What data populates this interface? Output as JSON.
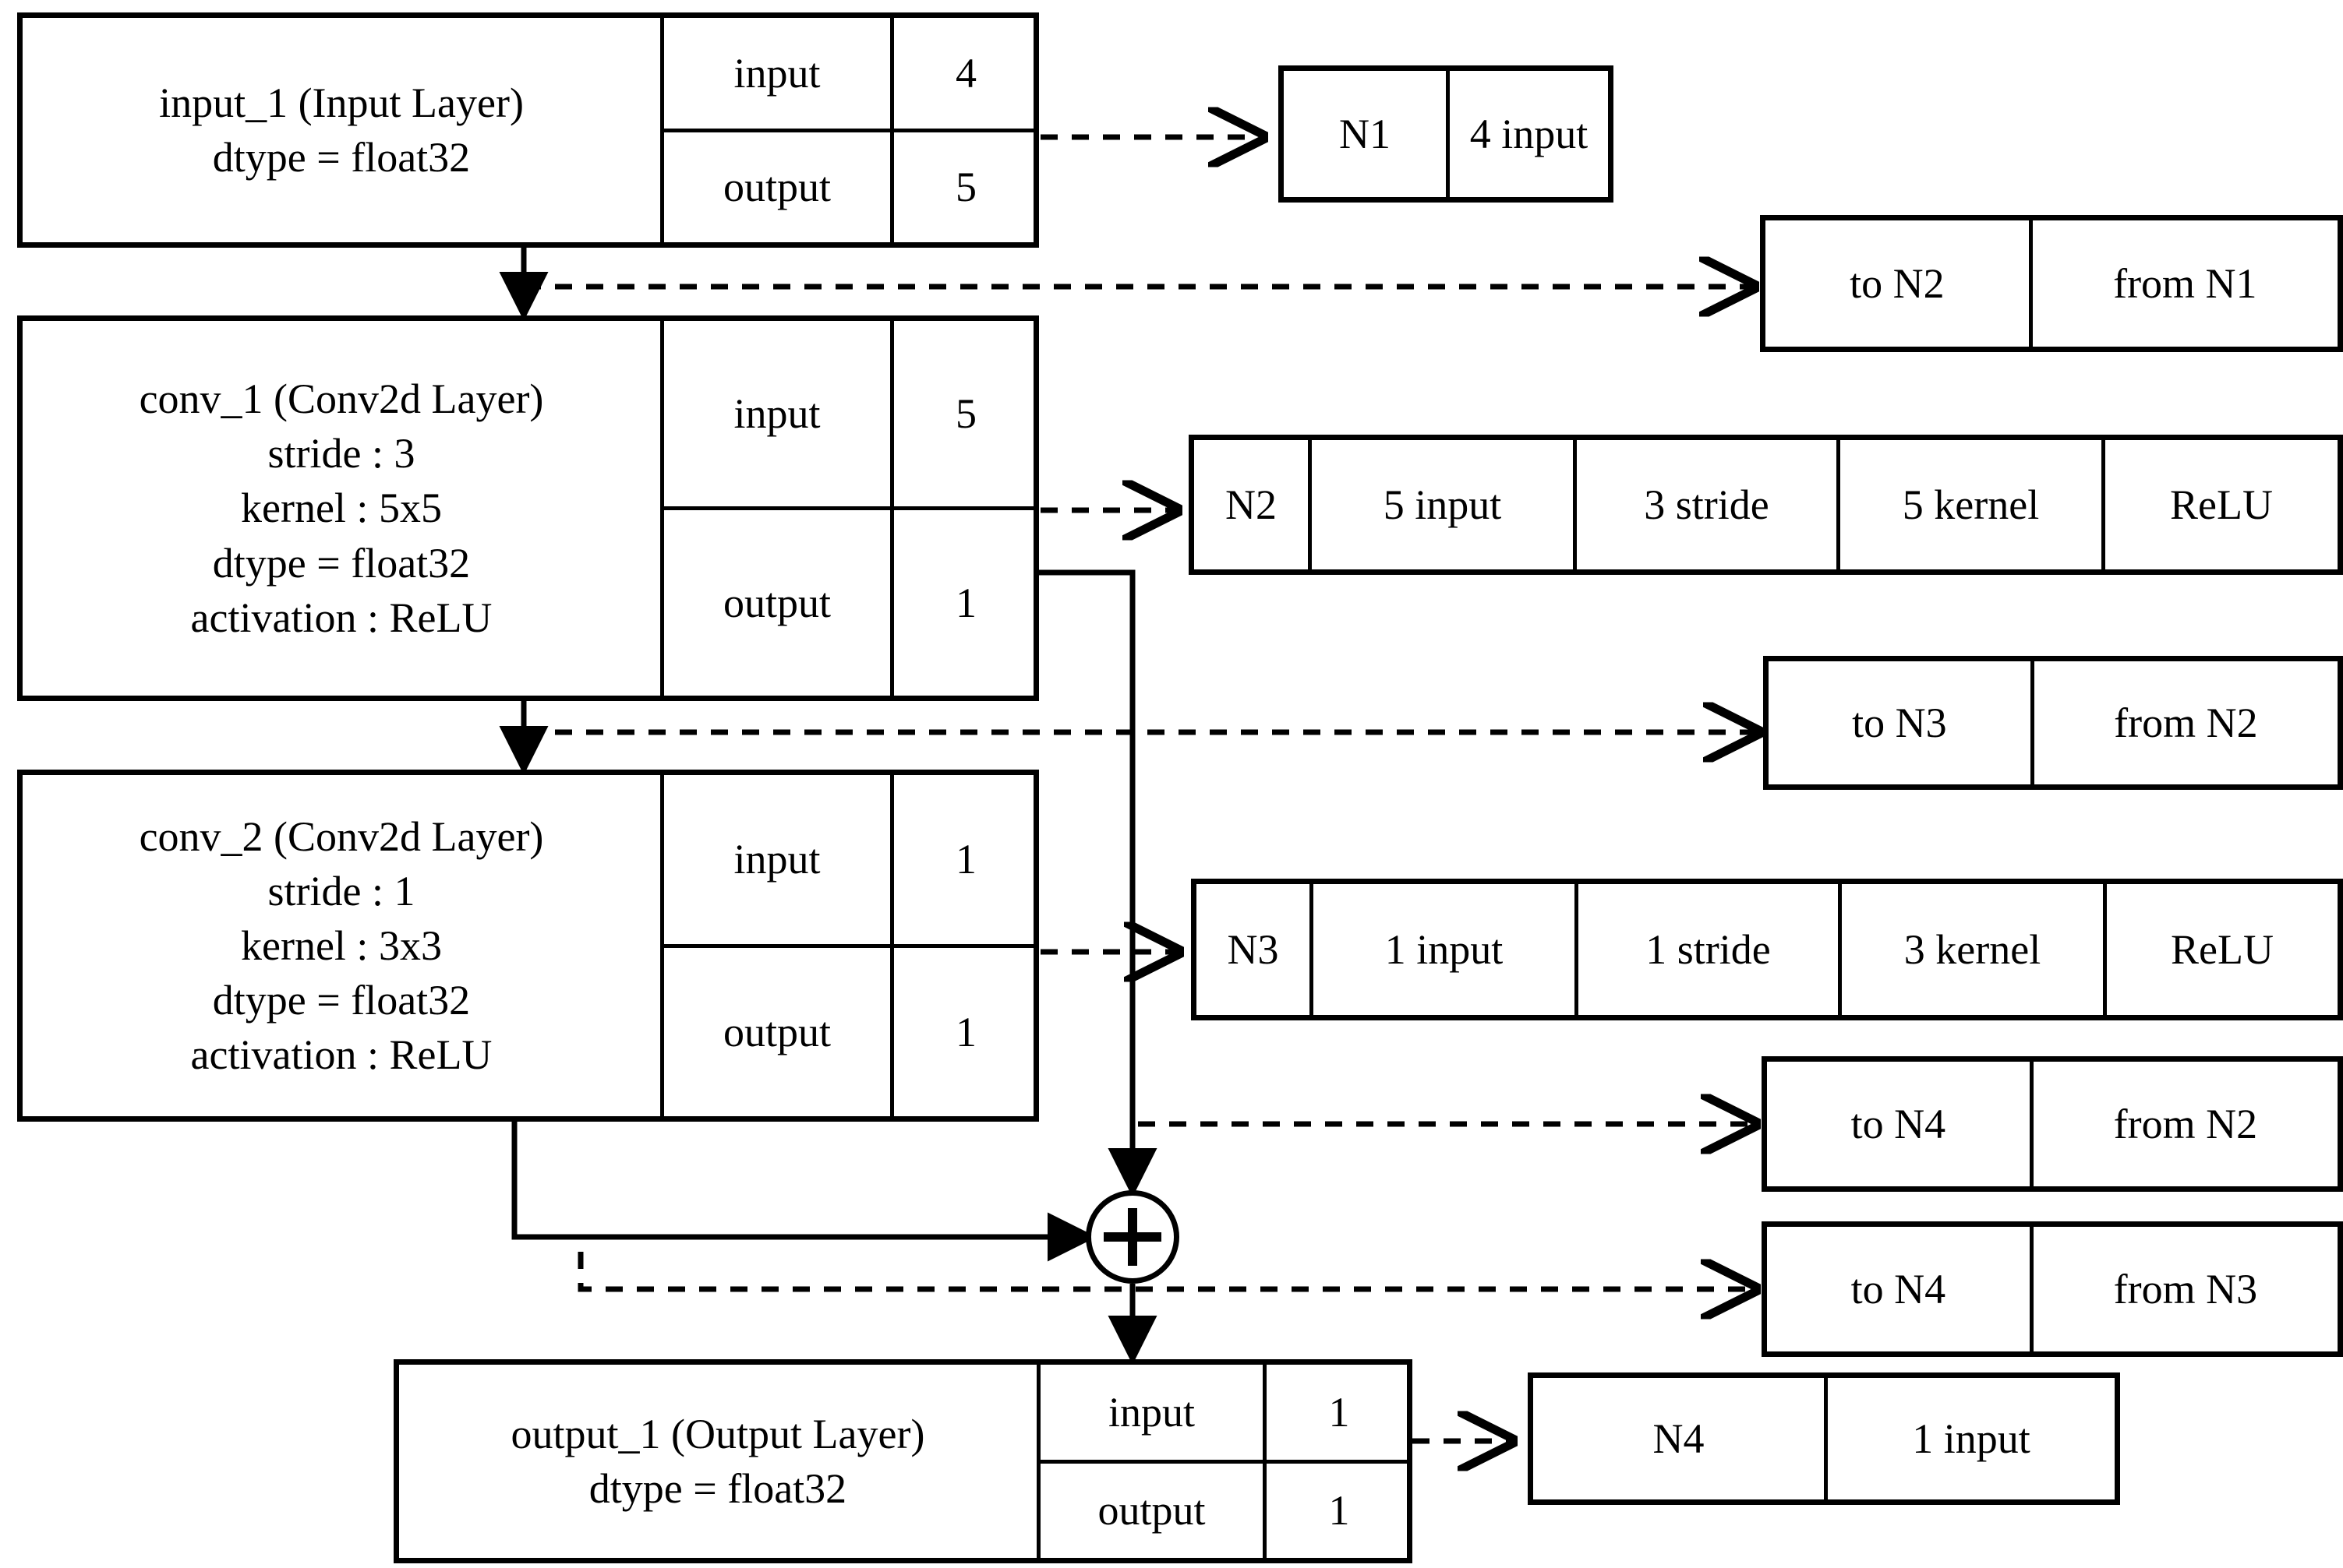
{
  "diagram": {
    "title": "Neural network layer-to-node mapping diagram",
    "colors": {
      "stroke": "#000000",
      "background": "#ffffff"
    }
  },
  "layers": [
    {
      "id": "input_1",
      "title": "input_1 (Input Layer)\ndtype = float32",
      "io": [
        {
          "label": "input",
          "value": "4"
        },
        {
          "label": "output",
          "value": "5"
        }
      ]
    },
    {
      "id": "conv_1",
      "title": "conv_1 (Conv2d Layer)\nstride : 3\nkernel : 5x5\ndtype = float32\nactivation : ReLU",
      "io": [
        {
          "label": "input",
          "value": "5"
        },
        {
          "label": "output",
          "value": "1"
        }
      ]
    },
    {
      "id": "conv_2",
      "title": "conv_2 (Conv2d Layer)\nstride : 1\nkernel : 3x3\ndtype = float32\nactivation : ReLU",
      "io": [
        {
          "label": "input",
          "value": "1"
        },
        {
          "label": "output",
          "value": "1"
        }
      ]
    },
    {
      "id": "output_1",
      "title": "output_1 (Output Layer)\ndtype = float32",
      "io": [
        {
          "label": "input",
          "value": "1"
        },
        {
          "label": "output",
          "value": "1"
        }
      ]
    }
  ],
  "nodes": [
    {
      "id": "N1",
      "cells": [
        "N1",
        "4 input"
      ]
    },
    {
      "id": "N2",
      "cells": [
        "N2",
        "5 input",
        "3 stride",
        "5 kernel",
        "ReLU"
      ]
    },
    {
      "id": "N3",
      "cells": [
        "N3",
        "1 input",
        "1 stride",
        "3 kernel",
        "ReLU"
      ]
    },
    {
      "id": "N4",
      "cells": [
        "N4",
        "1 input"
      ]
    }
  ],
  "edges": [
    {
      "id": "e1",
      "cells": [
        "to N2",
        "from N1"
      ]
    },
    {
      "id": "e2",
      "cells": [
        "to N3",
        "from N2"
      ]
    },
    {
      "id": "e3",
      "cells": [
        "to N4",
        "from N2"
      ]
    },
    {
      "id": "e4",
      "cells": [
        "to N4",
        "from N3"
      ]
    }
  ],
  "operators": [
    {
      "id": "add",
      "symbol": "+"
    }
  ]
}
